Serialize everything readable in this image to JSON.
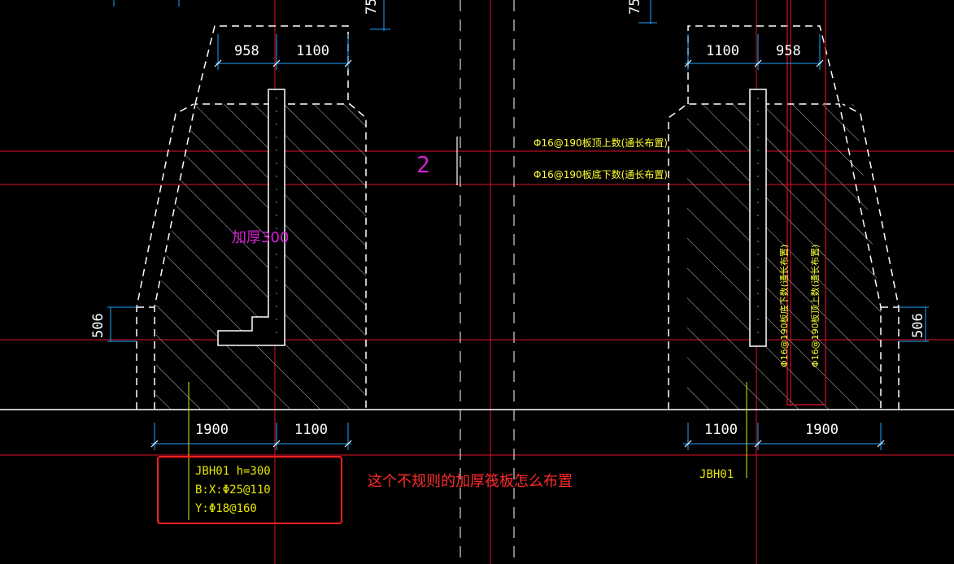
{
  "colors": {
    "background": "#000000",
    "outline": "#ffffff",
    "hatch": "#cfcfcf",
    "dimension": "#1aa3ff",
    "grid": "#e0102a",
    "rebar_text": "#ffff33",
    "label_text": "#e6e600",
    "magenta": "#d020d0",
    "rebar": "#40a8ff",
    "annotation_red": "#ff2a2a",
    "callout_box": "#ff2020"
  },
  "top_dims": {
    "left_958": "958",
    "left_1100": "1100",
    "right_1100": "1100",
    "right_958": "958",
    "left_75": "75",
    "right_75": "75"
  },
  "side_dims": {
    "left_506": "506",
    "right_506": "506"
  },
  "bottom_dims": {
    "left_1900": "1900",
    "left_1100": "1100",
    "right_1100": "1100",
    "right_1900": "1900"
  },
  "section_mark": "2",
  "labels": {
    "thicken": "加厚300",
    "rebar_top": "Φ16@190板顶上数(通长布置)",
    "rebar_bottom": "Φ16@190板底下数(通长布置)",
    "rebar_vert_1": "Φ16@190板底下数(通长布置)",
    "rebar_vert_2": "Φ16@190板顶上数(通长布置)",
    "right_jbh": "JBH01"
  },
  "callout": {
    "line1": "JBH01 h=300",
    "line2": "B:X:Φ25@110",
    "line3": "Y:Φ18@160"
  },
  "question": "这个不规则的加厚筏板怎么布置"
}
